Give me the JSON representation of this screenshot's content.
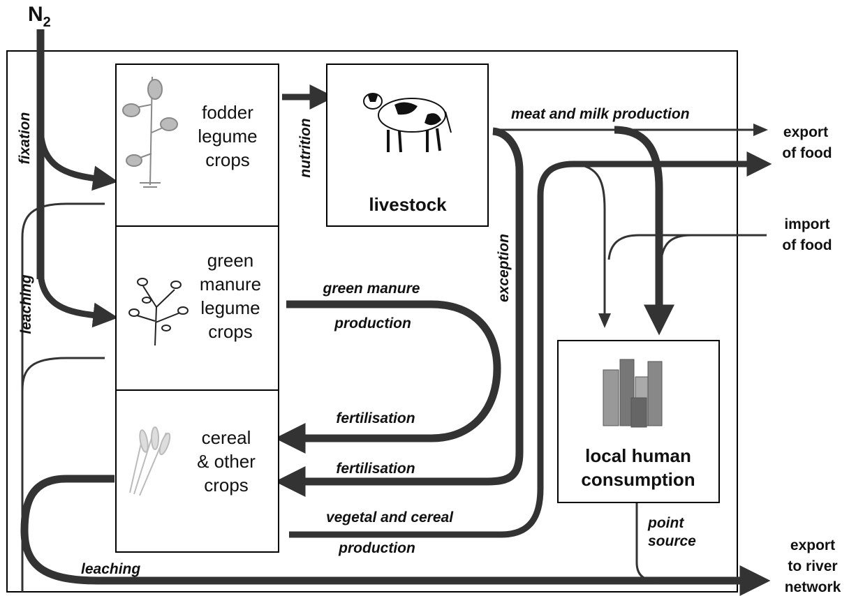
{
  "n2": {
    "main": "N",
    "sub": "2"
  },
  "boxes": {
    "fodder": [
      "fodder",
      "legume",
      "crops"
    ],
    "livestock": "livestock",
    "green_manure": [
      "green",
      "manure",
      "legume",
      "crops"
    ],
    "cereal": [
      "cereal",
      "& other",
      "crops"
    ],
    "human": [
      "local human",
      "consumption"
    ]
  },
  "flows": {
    "fixation": "fixation",
    "nutrition": "nutrition",
    "meat_milk": "meat and milk production",
    "excretion": "exception",
    "green_manure_1": "green manure",
    "green_manure_2": "production",
    "fertilisation_1": "fertilisation",
    "fertilisation_2": "fertilisation",
    "vegetal_1": "vegetal and cereal",
    "vegetal_2": "production",
    "point_1": "point",
    "point_2": "source",
    "leaching_left": "leaching",
    "leaching_bottom": "leaching"
  },
  "external": {
    "export_food": [
      "export",
      "of food"
    ],
    "import_food": [
      "import",
      "of food"
    ],
    "export_river": [
      "export",
      "to river",
      "network"
    ]
  },
  "colors": {
    "line": "#333333",
    "box_border": "#000000"
  }
}
